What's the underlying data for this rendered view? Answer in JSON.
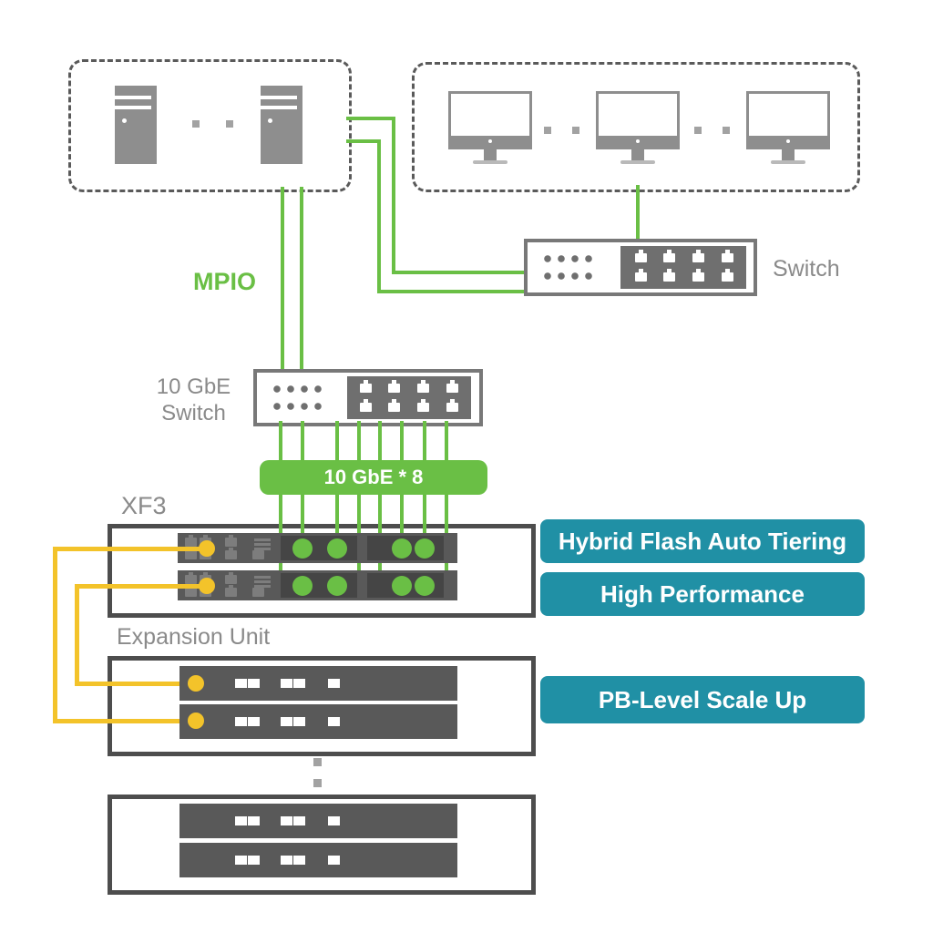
{
  "colors": {
    "green": "#6abf45",
    "yellow": "#f3c32a",
    "teal": "#2090a5",
    "device": "#8e8e8e",
    "labelgray": "#8a8a8a"
  },
  "labels": {
    "mpio": "MPIO",
    "switch": "Switch",
    "tengbe_line1": "10 GbE",
    "tengbe_line2": "Switch",
    "banner": "10 GbE * 8",
    "xf3": "XF3",
    "expansion_unit": "Expansion Unit"
  },
  "badges": [
    {
      "label": "Hybrid Flash Auto Tiering"
    },
    {
      "label": "High Performance"
    },
    {
      "label": "PB-Level Scale Up"
    }
  ]
}
